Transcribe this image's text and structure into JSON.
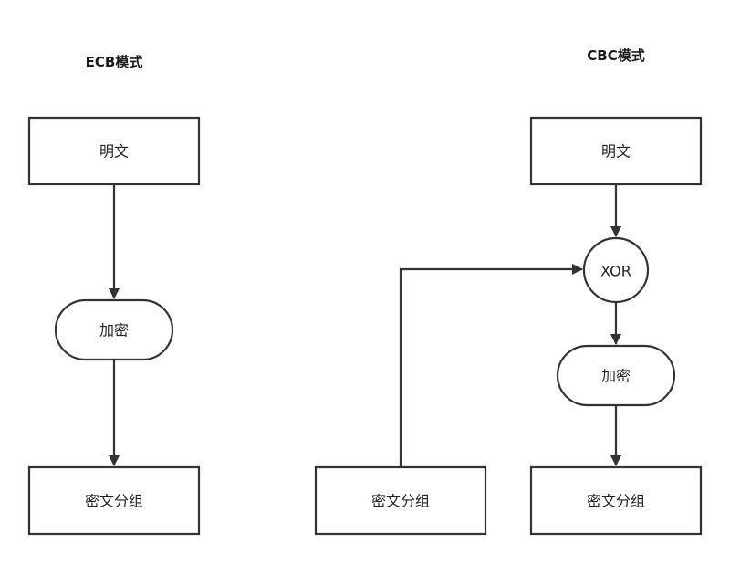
{
  "ecb": {
    "title": "ECB模式",
    "plaintext": "明文",
    "encrypt": "加密",
    "ciphertext": "密文分组"
  },
  "cbc": {
    "title": "CBC模式",
    "plaintext": "明文",
    "xor": "XOR",
    "encrypt": "加密",
    "ciphertext": "密文分组",
    "previous_ciphertext": "密文分组"
  },
  "colors": {
    "stroke": "#333333",
    "background": "#ffffff"
  }
}
